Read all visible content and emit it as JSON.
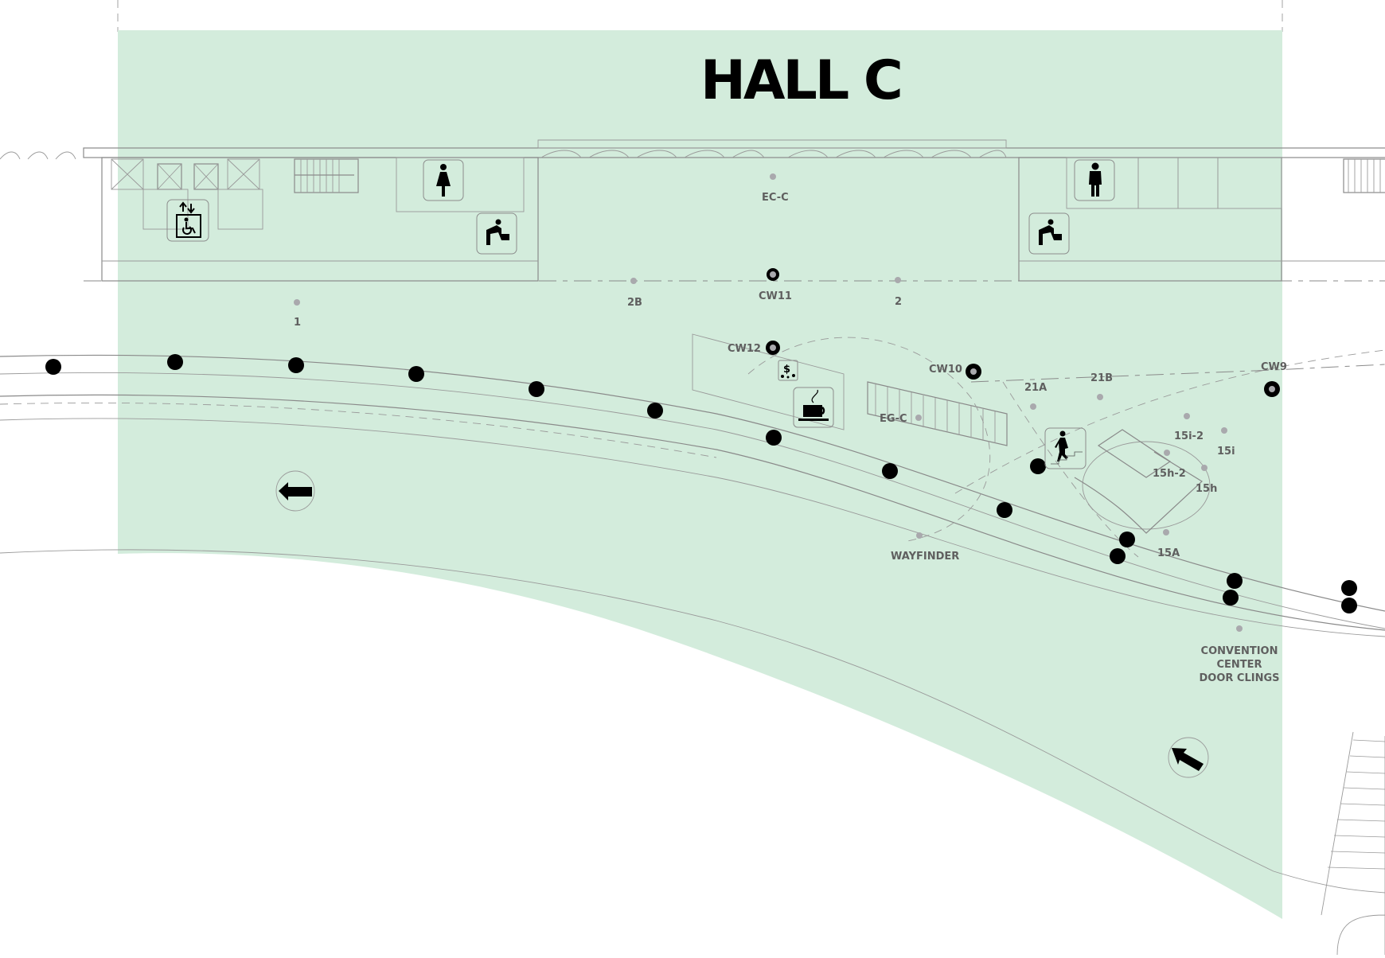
{
  "map": {
    "title": "HALL C",
    "colors": {
      "zone_fill": "#d3ecdc",
      "marker_black": "#000000",
      "point_gray": "#a9a9ad",
      "label_gray": "#5f5f5f"
    },
    "location_labels": [
      {
        "id": "ec-c",
        "text": "EC-C"
      },
      {
        "id": "cw11",
        "text": "CW11"
      },
      {
        "id": "1",
        "text": "1"
      },
      {
        "id": "2b",
        "text": "2B"
      },
      {
        "id": "2",
        "text": "2"
      },
      {
        "id": "cw12",
        "text": "CW12"
      },
      {
        "id": "cw10",
        "text": "CW10"
      },
      {
        "id": "21a",
        "text": "21A"
      },
      {
        "id": "21b",
        "text": "21B"
      },
      {
        "id": "cw9",
        "text": "CW9"
      },
      {
        "id": "eg-c",
        "text": "EG-C"
      },
      {
        "id": "15i-2",
        "text": "15i-2"
      },
      {
        "id": "15i",
        "text": "15i"
      },
      {
        "id": "15h-2",
        "text": "15h-2"
      },
      {
        "id": "15h",
        "text": "15h"
      },
      {
        "id": "15a",
        "text": "15A"
      },
      {
        "id": "wayfinder",
        "text": "WAYFINDER"
      }
    ],
    "door_clings_label": [
      "CONVENTION",
      "CENTER",
      "DOOR CLINGS"
    ],
    "amenity_icons": [
      {
        "id": "elevator-accessible",
        "icon": "accessible-elevator-icon"
      },
      {
        "id": "womens-restroom",
        "icon": "womens-restroom-icon"
      },
      {
        "id": "water-fountain-left",
        "icon": "drinking-fountain-icon"
      },
      {
        "id": "mens-restroom",
        "icon": "mens-restroom-icon"
      },
      {
        "id": "water-fountain-right",
        "icon": "drinking-fountain-icon"
      },
      {
        "id": "atm",
        "icon": "atm-currency-icon"
      },
      {
        "id": "cafe",
        "icon": "coffee-cup-icon"
      },
      {
        "id": "stairs",
        "icon": "stairs-icon"
      }
    ],
    "direction_arrows": [
      {
        "id": "arrow-west",
        "icon": "arrow-left-icon"
      },
      {
        "id": "arrow-northwest",
        "icon": "arrow-up-left-icon"
      }
    ]
  }
}
